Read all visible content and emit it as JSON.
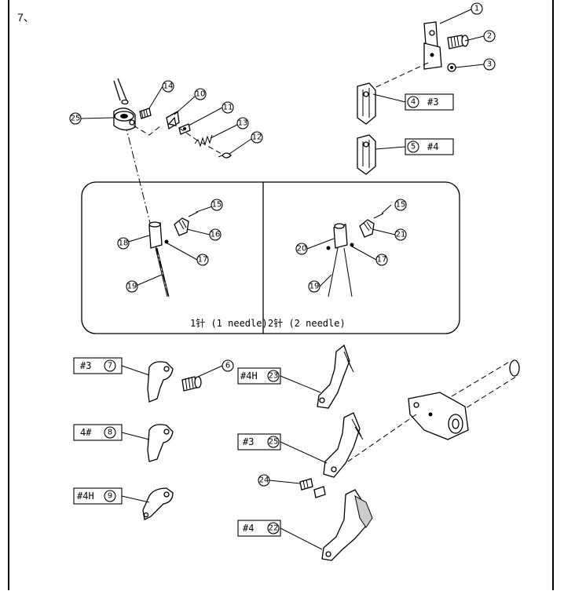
{
  "page": {
    "title": "7、"
  },
  "callouts": {
    "c1": "1",
    "c2": "2",
    "c3": "3",
    "c4": "4",
    "c5": "5",
    "c6": "6",
    "c7": "7",
    "c8": "8",
    "c9": "9",
    "c10": "10",
    "c11": "11",
    "c12": "12",
    "c13": "13",
    "c14": "14",
    "c15a": "15",
    "c15b": "15",
    "c16": "16",
    "c17a": "17",
    "c17b": "17",
    "c18": "18",
    "c19a": "19",
    "c19b": "19",
    "c20": "20",
    "c21": "21",
    "c22": "22",
    "c23": "23",
    "c24": "24",
    "c25a": "25",
    "c25b": "25"
  },
  "labels": {
    "l4": "#3",
    "l5": "#4",
    "l7": "#3",
    "l8": "4#",
    "l9": "#4H",
    "l23": "#4H",
    "l25": "#3",
    "l22": "#4"
  },
  "inset": {
    "left_caption": "1针 (1 needle)",
    "right_caption": "2针 (2 needle)"
  }
}
